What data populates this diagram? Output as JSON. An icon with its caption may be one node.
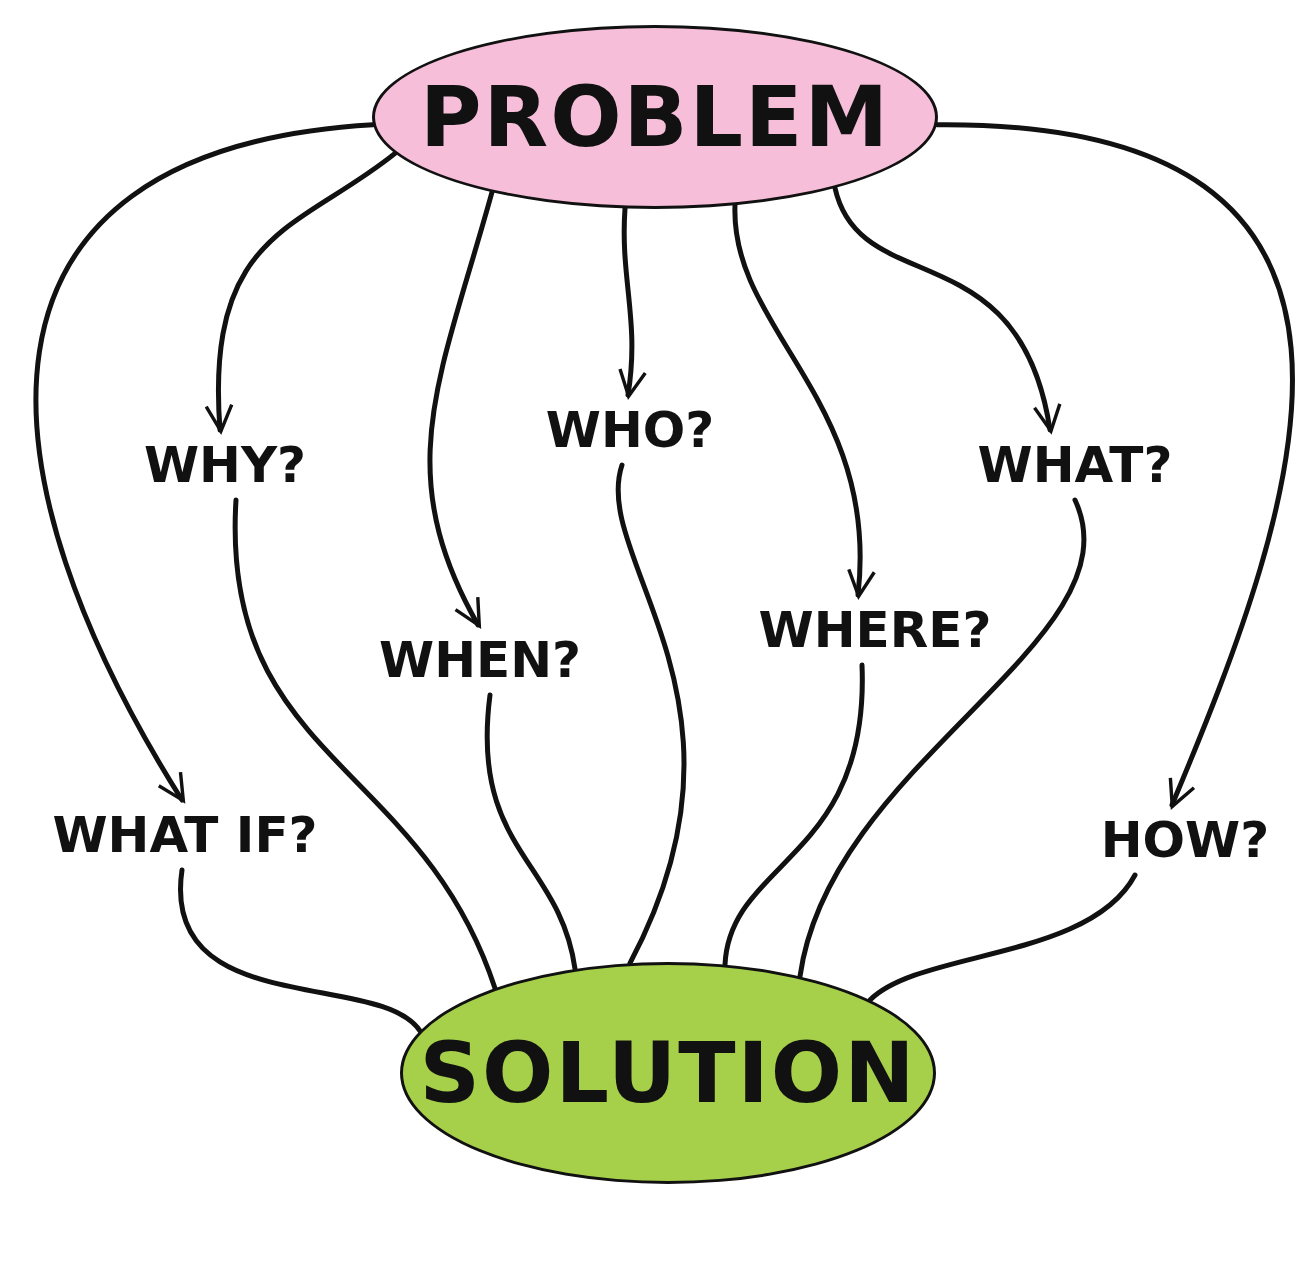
{
  "diagram": {
    "nodes": [
      {
        "text": [
          "PROBLEM"
        ]
      },
      {
        "text": [
          "WHY?"
        ]
      },
      {
        "text": [
          "WHO?"
        ]
      },
      {
        "text": [
          "WHAT?"
        ]
      },
      {
        "text": [
          "WHEN?"
        ]
      },
      {
        "text": [
          "WHERE?"
        ]
      },
      {
        "text": [
          "WHAT IF?"
        ]
      },
      {
        "text": [
          "HOW?"
        ]
      },
      {
        "text": [
          "SOLUTION"
        ]
      }
    ],
    "edges": [
      {
        "from": 0,
        "to": 1,
        "arrow": "to"
      },
      {
        "from": 0,
        "to": 2,
        "arrow": "to"
      },
      {
        "from": 0,
        "to": 3,
        "arrow": "to"
      },
      {
        "from": 0,
        "to": 4,
        "arrow": "to"
      },
      {
        "from": 0,
        "to": 5,
        "arrow": "to"
      },
      {
        "from": 0,
        "to": 6,
        "arrow": "to"
      },
      {
        "from": 0,
        "to": 7,
        "arrow": "to"
      },
      {
        "from": 1,
        "to": 8,
        "arrow": "none"
      },
      {
        "from": 2,
        "to": 8,
        "arrow": "none"
      },
      {
        "from": 3,
        "to": 8,
        "arrow": "none"
      },
      {
        "from": 4,
        "to": 8,
        "arrow": "none"
      },
      {
        "from": 5,
        "to": 8,
        "arrow": "none"
      },
      {
        "from": 6,
        "to": 8,
        "arrow": "none"
      },
      {
        "from": 7,
        "to": 8,
        "arrow": "none"
      }
    ]
  }
}
